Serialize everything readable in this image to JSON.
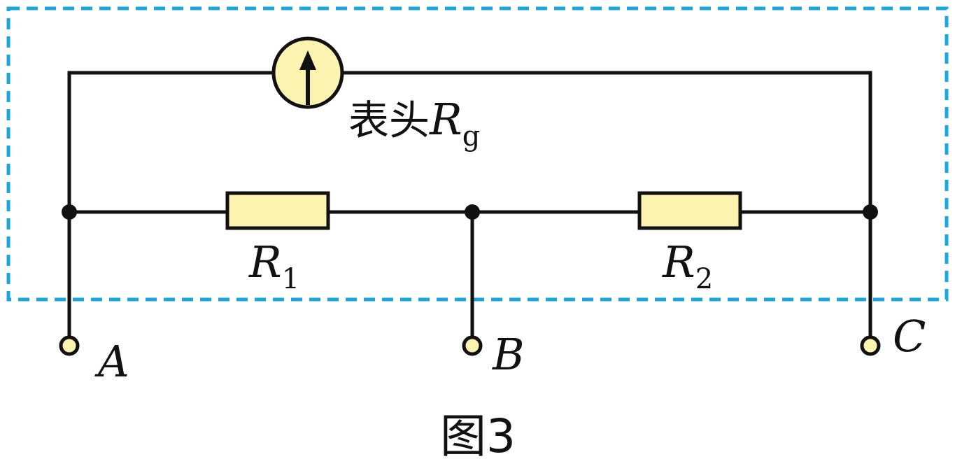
{
  "colors": {
    "wire": "#111111",
    "component_fill": "#fdf3b0",
    "boundary_dashed": "#1aa7e0"
  },
  "galvanometer": {
    "icon": "upward-arrow-meter",
    "label_prefix": "表头",
    "label_symbol": "R",
    "label_sub": "g"
  },
  "resistors": [
    {
      "symbol": "R",
      "sub": "1"
    },
    {
      "symbol": "R",
      "sub": "2"
    }
  ],
  "terminals": {
    "a": "A",
    "b": "B",
    "c": "C"
  },
  "caption": "图3"
}
